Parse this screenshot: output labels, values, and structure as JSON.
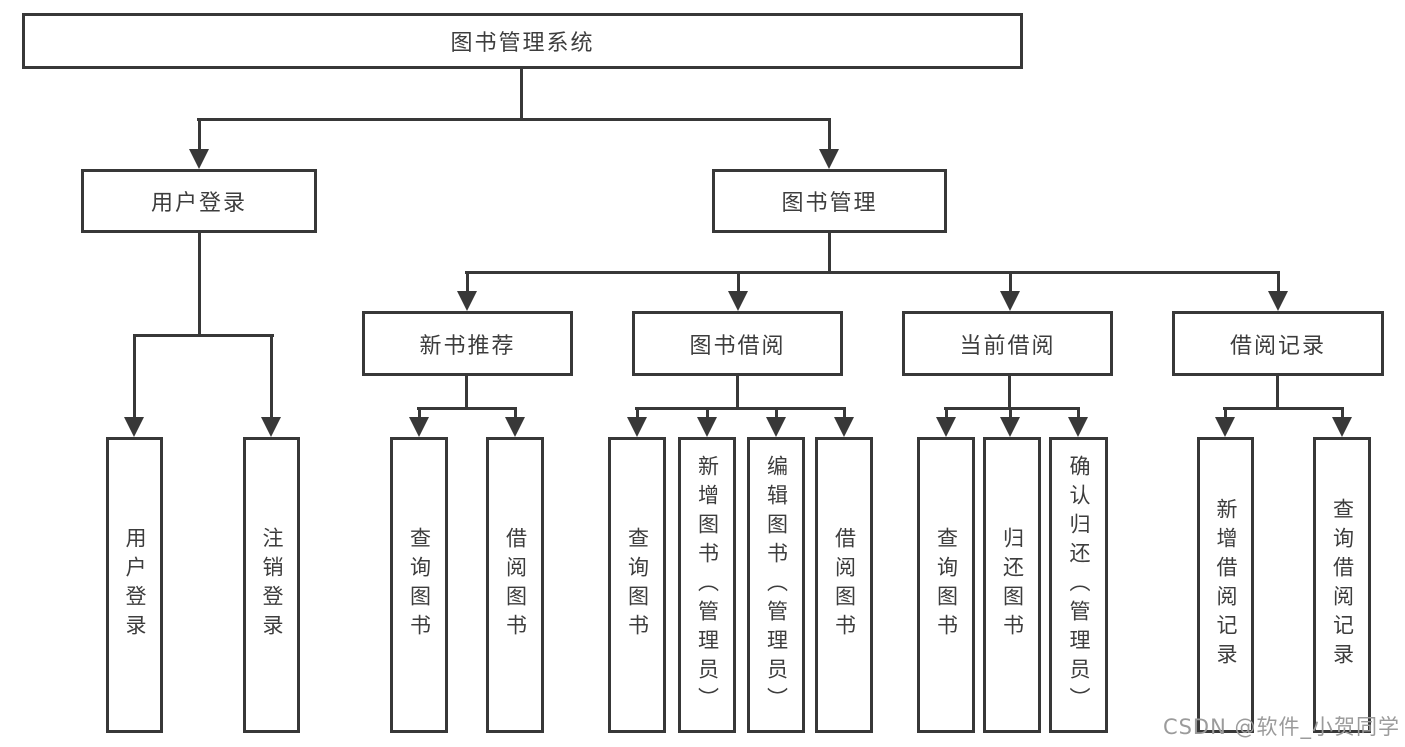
{
  "diagram": {
    "root": {
      "label": "图书管理系统"
    },
    "level2": {
      "user_login": {
        "label": "用户登录"
      },
      "book_management": {
        "label": "图书管理"
      }
    },
    "level3": {
      "new_book_recommend": {
        "label": "新书推荐"
      },
      "book_borrowing": {
        "label": "图书借阅"
      },
      "current_borrowing": {
        "label": "当前借阅"
      },
      "borrowing_records": {
        "label": "借阅记录"
      }
    },
    "leaves": {
      "user_login_children": [
        "用户登录",
        "注销登录"
      ],
      "new_book_recommend_children": [
        "查询图书",
        "借阅图书"
      ],
      "book_borrowing_children": [
        "查询图书",
        "新增图书（管理员）",
        "编辑图书（管理员）",
        "借阅图书"
      ],
      "current_borrowing_children": [
        "查询图书",
        "归还图书",
        "确认归还（管理员）"
      ],
      "borrowing_records_children": [
        "新增借阅记录",
        "查询借阅记录"
      ]
    }
  },
  "watermark": {
    "text": "CSDN @软件_小贺同学"
  },
  "colors": {
    "line": "#383838",
    "box_border": "#383838",
    "text": "#3d3d3d",
    "background": "#ffffff",
    "watermark": "#9b9b9b"
  }
}
